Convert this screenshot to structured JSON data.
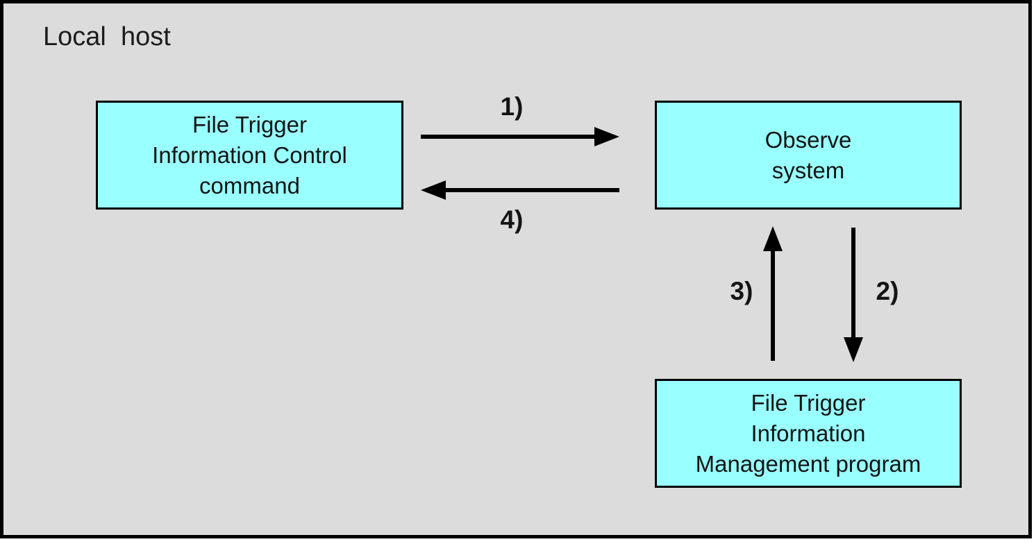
{
  "diagram": {
    "title": "Local  host",
    "colors": {
      "canvas_background": "#dcdcdc",
      "frame_border": "#000000",
      "node_fill": "#99ffff",
      "node_border": "#000000",
      "arrow": "#000000",
      "text": "#141414"
    },
    "nodes": [
      {
        "id": "file-trigger-control-command",
        "label": "File Trigger\nInformation Control\ncommand"
      },
      {
        "id": "observe-system",
        "label": "Observe\nsystem"
      },
      {
        "id": "file-trigger-management-program",
        "label": "File Trigger\nInformation\nManagement program"
      }
    ],
    "arrows": [
      {
        "label": "1)",
        "from": "file-trigger-control-command",
        "to": "observe-system",
        "direction": "right"
      },
      {
        "label": "2)",
        "from": "observe-system",
        "to": "file-trigger-management-program",
        "direction": "down"
      },
      {
        "label": "3)",
        "from": "file-trigger-management-program",
        "to": "observe-system",
        "direction": "up"
      },
      {
        "label": "4)",
        "from": "observe-system",
        "to": "file-trigger-control-command",
        "direction": "left"
      }
    ]
  }
}
